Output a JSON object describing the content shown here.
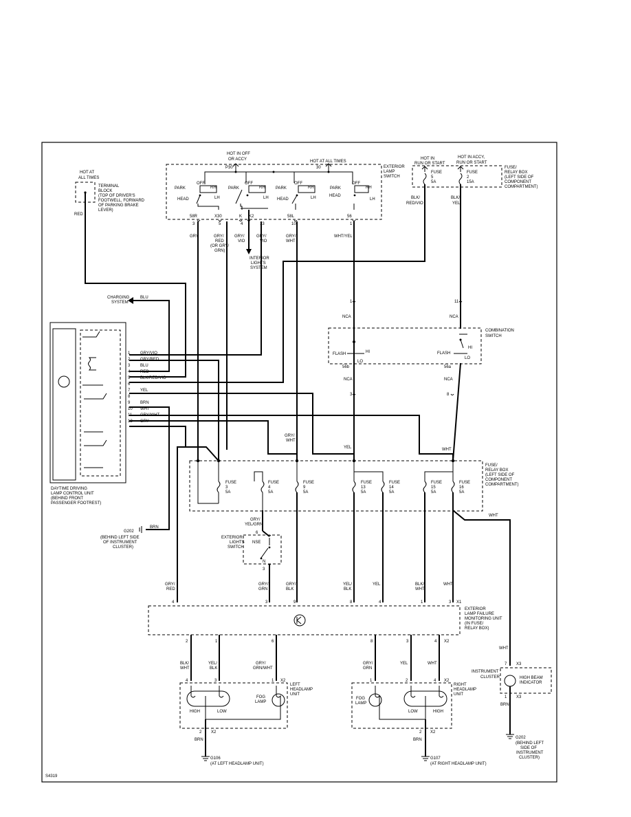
{
  "diagram_id": "S4319",
  "terminal_block": {
    "power": [
      "HOT AT",
      "ALL TIMES"
    ],
    "label": [
      "TERMINAL",
      "BLOCK",
      "(TOP OF DRIVER'S",
      "FOOTWELL, FORWARD",
      "OF PARKING BRAKE",
      "LEVER)"
    ],
    "wire": "RED"
  },
  "exterior_lamp_switch": {
    "power_left": [
      "HOT IN OFF",
      "OR ACCY"
    ],
    "power_left_term": "P30",
    "power_right": "HOT AT ALL TIMES",
    "power_right_term": "30",
    "label": [
      "EXTERIOR",
      "LAMP",
      "SWITCH"
    ],
    "positions": [
      "PARK",
      "HEAD",
      "OFF",
      "RH",
      "LH"
    ],
    "terminals": [
      "58R",
      "X30",
      "K",
      "K2",
      "58L",
      "56"
    ],
    "pins": [
      "3",
      "5",
      "4",
      "13",
      "10",
      "1"
    ],
    "wires": [
      "GRY",
      "GRY/",
      "RED",
      "(OR GRY/",
      "GRN)",
      "GRY/",
      "VIO",
      "GRY/",
      "VIO",
      "GRY/",
      "WHT",
      "WHT/YEL"
    ],
    "interior": [
      "INTERIOR",
      "LIGHTS",
      "SYSTEM"
    ]
  },
  "fuse_relay_top": {
    "power1": [
      "HOT IN",
      "RUN OR START"
    ],
    "power2": [
      "HOT IN ACCY,",
      "RUN OR START"
    ],
    "fuse1": [
      "FUSE",
      "5",
      "5A"
    ],
    "fuse2": [
      "FUSE",
      "2",
      "15A"
    ],
    "label": [
      "FUSE/",
      "RELAY BOX",
      "(LEFT SIDE OF",
      "COMPONENT",
      "COMPARTMENT)"
    ],
    "wire1": [
      "BLK/",
      "RED/VIO"
    ],
    "wire2": [
      "BLK/",
      "YEL"
    ]
  },
  "combination_switch": {
    "label": [
      "COMBINATION",
      "SWITCH"
    ],
    "pin_left_top": "1",
    "pin_right_top": "11",
    "nca": "NCA",
    "flash": "FLASH",
    "hi": "HI",
    "lo": "LO",
    "term_left": "56b",
    "term_right": "56a",
    "pin_left_bot": "3",
    "pin_right_bot": "8"
  },
  "charging": {
    "label": [
      "CHARGING",
      "SYSTEM"
    ],
    "wire": "BLU"
  },
  "drl_unit": {
    "label": [
      "DAYTIME DRIVING",
      "LAMP CONTROL UNIT",
      "(BEHIND FRONT",
      "PASSENGER FOOTREST)"
    ],
    "pins": [
      "1",
      "2",
      "3",
      "4",
      "5",
      "6",
      "7",
      "8",
      "9",
      "10",
      "11",
      "12"
    ],
    "wires": [
      "GRY/VIO",
      "GRY/RED",
      "BLU",
      "RED",
      "BLK/RED/VIO",
      "",
      "YEL",
      "",
      "BRN",
      "WHT",
      "GRY/WHT",
      "GRY"
    ]
  },
  "ground_g202": {
    "wire": "BRN",
    "label": [
      "G202",
      "(BEHIND LEFT SIDE",
      "OF INSTRUMENT",
      "CLUSTER)"
    ]
  },
  "fuse_relay_mid": {
    "fuses": [
      [
        "FUSE",
        "3",
        "5A"
      ],
      [
        "FUSE",
        "4",
        "5A"
      ],
      [
        "FUSE",
        "9",
        "5A"
      ],
      [
        "FUSE",
        "13",
        "5A"
      ],
      [
        "FUSE",
        "14",
        "5A"
      ],
      [
        "FUSE",
        "15",
        "5A"
      ],
      [
        "FUSE",
        "16",
        "5A"
      ]
    ],
    "label": [
      "FUSE/",
      "RELAY BOX",
      "(LEFT SIDE OF",
      "COMPONENT",
      "COMPARTMENT)"
    ],
    "wires_in": [
      "GRY/",
      "WHT",
      "YEL",
      "WHT"
    ],
    "wire_out": "WHT"
  },
  "exterior_lights_switch": {
    "wire": [
      "GRY/",
      "YEL/GRN"
    ],
    "label": [
      "EXTERIOR",
      "LIGHTS",
      "SWITCH"
    ],
    "pins": [
      "6",
      "3"
    ],
    "contacts": [
      "NSE",
      "N"
    ]
  },
  "lamp_failure_unit": {
    "label": [
      "EXTERIOR",
      "LAMP FAILURE",
      "MONITORING UNIT",
      "(IN FUSE/",
      "RELAY BOX)"
    ],
    "conn": "X1",
    "top_wires": [
      "GRY/",
      "RED",
      "GRY/",
      "GRN",
      "GRY/",
      "BLK",
      "YEL/",
      "BLK",
      "YEL",
      "BLK/",
      "WHT",
      "WHT"
    ],
    "top_pins": [
      "4",
      "3",
      "9",
      "8",
      "4",
      "1",
      "3"
    ],
    "bot_pins": [
      "2",
      "1",
      "6",
      "8",
      "3",
      "4"
    ],
    "bot_conn": "X2",
    "bot_wires": [
      "BLK/",
      "WHT",
      "YEL/",
      "BLK",
      "GRY/",
      "GRN/WHT",
      "GRY/",
      "GRN",
      "YEL",
      "WHT"
    ]
  },
  "left_headlamp": {
    "label": [
      "LEFT",
      "HEADLAMP",
      "UNIT"
    ],
    "conn": "X2",
    "pins": [
      "4",
      "3",
      "1",
      "2"
    ],
    "high": "HIGH",
    "low": "LOW",
    "fog": [
      "FOG",
      "LAMP"
    ],
    "wire": "BRN",
    "ground": [
      "G106",
      "(AT LEFT HEADLAMP UNIT)"
    ]
  },
  "right_headlamp": {
    "label": [
      "RIGHT",
      "HEADLAMP",
      "UNIT"
    ],
    "conn": "X2",
    "pins": [
      "1",
      "2",
      "4",
      "2"
    ],
    "high": "HIGH",
    "low": "LOW",
    "fog": [
      "FOG",
      "LAMP"
    ],
    "wire": "BRN",
    "ground": [
      "G107",
      "(AT RIGHT HEADLAMP UNIT)"
    ]
  },
  "instrument_cluster": {
    "label": [
      "INSTRUMENT",
      "CLUSTER"
    ],
    "indicator": [
      "HIGH BEAM",
      "INDICATOR"
    ],
    "wire_in": "WHT",
    "pin_top": "7",
    "pin_bot": "1",
    "conn": "X3",
    "wire_out": "BRN",
    "ground": [
      "G202",
      "(BEHIND LEFT",
      "SIDE OF",
      "INSTRUMENT",
      "CLUSTER)"
    ]
  }
}
